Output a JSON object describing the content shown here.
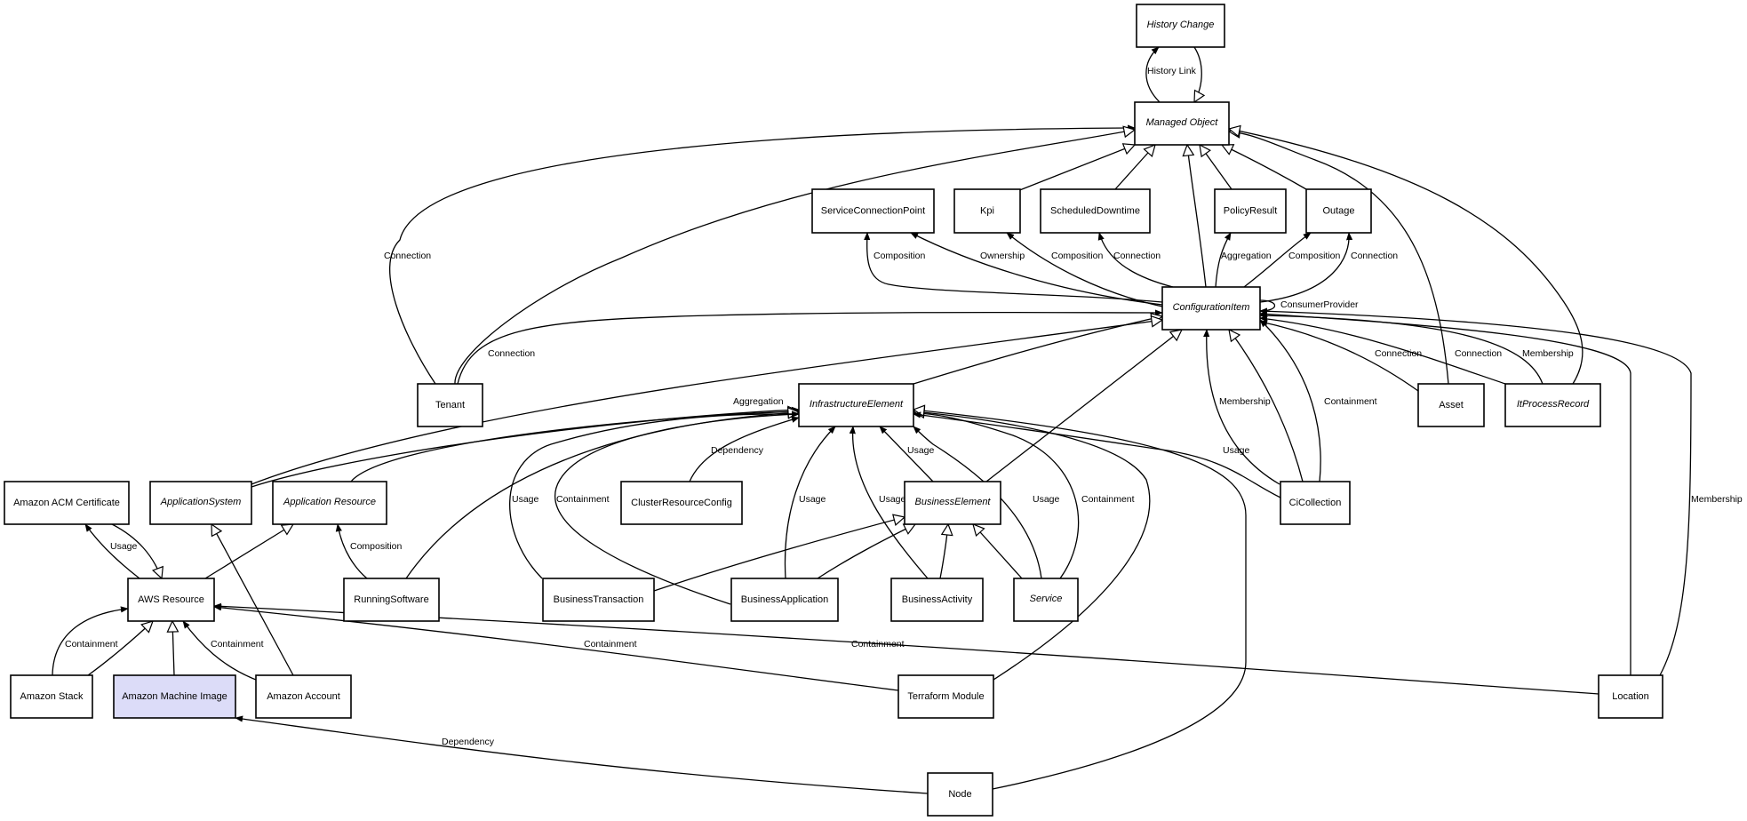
{
  "diagram": {
    "title": "CMDB Class Model",
    "highlight_color": "#dcdcf8",
    "nodes": [
      {
        "id": "history_change",
        "label": "History Change",
        "abstract": true
      },
      {
        "id": "managed_object",
        "label": "Managed Object",
        "abstract": true
      },
      {
        "id": "service_connection_point",
        "label": "ServiceConnectionPoint",
        "abstract": false
      },
      {
        "id": "kpi",
        "label": "Kpi",
        "abstract": false
      },
      {
        "id": "scheduled_downtime",
        "label": "ScheduledDowntime",
        "abstract": false
      },
      {
        "id": "policy_result",
        "label": "PolicyResult",
        "abstract": false
      },
      {
        "id": "outage",
        "label": "Outage",
        "abstract": false
      },
      {
        "id": "configuration_item",
        "label": "ConfigurationItem",
        "abstract": true
      },
      {
        "id": "tenant",
        "label": "Tenant",
        "abstract": false
      },
      {
        "id": "infrastructure_element",
        "label": "InfrastructureElement",
        "abstract": true
      },
      {
        "id": "asset",
        "label": "Asset",
        "abstract": false
      },
      {
        "id": "it_process_record",
        "label": "ItProcessRecord",
        "abstract": true
      },
      {
        "id": "amazon_acm_certificate",
        "label": "Amazon ACM Certificate",
        "abstract": false
      },
      {
        "id": "application_system",
        "label": "ApplicationSystem",
        "abstract": true
      },
      {
        "id": "application_resource",
        "label": "Application Resource",
        "abstract": true
      },
      {
        "id": "cluster_resource_config",
        "label": "ClusterResourceConfig",
        "abstract": false
      },
      {
        "id": "business_element",
        "label": "BusinessElement",
        "abstract": true
      },
      {
        "id": "ci_collection",
        "label": "CiCollection",
        "abstract": false
      },
      {
        "id": "aws_resource",
        "label": "AWS Resource",
        "abstract": false
      },
      {
        "id": "running_software",
        "label": "RunningSoftware",
        "abstract": false
      },
      {
        "id": "business_transaction",
        "label": "BusinessTransaction",
        "abstract": false
      },
      {
        "id": "business_application",
        "label": "BusinessApplication",
        "abstract": false
      },
      {
        "id": "business_activity",
        "label": "BusinessActivity",
        "abstract": false
      },
      {
        "id": "service",
        "label": "Service",
        "abstract": true
      },
      {
        "id": "amazon_stack",
        "label": "Amazon Stack",
        "abstract": false
      },
      {
        "id": "amazon_machine_image",
        "label": "Amazon Machine Image",
        "abstract": false,
        "highlighted": true
      },
      {
        "id": "amazon_account",
        "label": "Amazon Account",
        "abstract": false
      },
      {
        "id": "terraform_module",
        "label": "Terraform Module",
        "abstract": false
      },
      {
        "id": "location",
        "label": "Location",
        "abstract": false
      },
      {
        "id": "node",
        "label": "Node",
        "abstract": false
      }
    ],
    "edges": [
      {
        "id": "e1",
        "from": "managed_object",
        "to": "history_change",
        "kind": "association",
        "label": "History Link"
      },
      {
        "id": "e2",
        "from": "history_change",
        "to": "managed_object",
        "kind": "inheritance",
        "label": ""
      },
      {
        "id": "e3",
        "from": "tenant",
        "to": "managed_object",
        "kind": "association",
        "label": "Connection"
      },
      {
        "id": "e4",
        "from": "tenant",
        "to": "managed_object",
        "kind": "inheritance",
        "label": ""
      },
      {
        "id": "e5",
        "from": "kpi",
        "to": "managed_object",
        "kind": "inheritance",
        "label": ""
      },
      {
        "id": "e6",
        "from": "scheduled_downtime",
        "to": "managed_object",
        "kind": "inheritance",
        "label": ""
      },
      {
        "id": "e7",
        "from": "configuration_item",
        "to": "managed_object",
        "kind": "inheritance",
        "label": ""
      },
      {
        "id": "e8",
        "from": "policy_result",
        "to": "managed_object",
        "kind": "inheritance",
        "label": ""
      },
      {
        "id": "e9",
        "from": "outage",
        "to": "managed_object",
        "kind": "inheritance",
        "label": ""
      },
      {
        "id": "e10",
        "from": "asset",
        "to": "managed_object",
        "kind": "inheritance",
        "label": ""
      },
      {
        "id": "e11",
        "from": "it_process_record",
        "to": "managed_object",
        "kind": "inheritance",
        "label": ""
      },
      {
        "id": "e12",
        "from": "configuration_item",
        "to": "service_connection_point",
        "kind": "association",
        "label": "Composition"
      },
      {
        "id": "e13",
        "from": "configuration_item",
        "to": "service_connection_point",
        "kind": "association",
        "label": "Ownership"
      },
      {
        "id": "e14",
        "from": "configuration_item",
        "to": "kpi",
        "kind": "association",
        "label": "Composition"
      },
      {
        "id": "e15",
        "from": "configuration_item",
        "to": "scheduled_downtime",
        "kind": "association",
        "label": "Connection"
      },
      {
        "id": "e16",
        "from": "configuration_item",
        "to": "policy_result",
        "kind": "association",
        "label": "Aggregation"
      },
      {
        "id": "e17",
        "from": "configuration_item",
        "to": "outage",
        "kind": "association",
        "label": "Composition"
      },
      {
        "id": "e18",
        "from": "configuration_item",
        "to": "outage",
        "kind": "association",
        "label": "Connection"
      },
      {
        "id": "e19",
        "from": "configuration_item",
        "to": "configuration_item",
        "kind": "association",
        "label": "ConsumerProvider"
      },
      {
        "id": "e20",
        "from": "tenant",
        "to": "configuration_item",
        "kind": "association",
        "label": "Connection"
      },
      {
        "id": "e21",
        "from": "infrastructure_element",
        "to": "configuration_item",
        "kind": "inheritance",
        "label": ""
      },
      {
        "id": "e22",
        "from": "application_system",
        "to": "configuration_item",
        "kind": "inheritance",
        "label": ""
      },
      {
        "id": "e23",
        "from": "business_element",
        "to": "configuration_item",
        "kind": "inheritance",
        "label": ""
      },
      {
        "id": "e24",
        "from": "ci_collection",
        "to": "configuration_item",
        "kind": "association",
        "label": "Membership"
      },
      {
        "id": "e25",
        "from": "ci_collection",
        "to": "configuration_item",
        "kind": "inheritance",
        "label": ""
      },
      {
        "id": "e26",
        "from": "ci_collection",
        "to": "configuration_item",
        "kind": "association",
        "label": "Containment"
      },
      {
        "id": "e27",
        "from": "asset",
        "to": "configuration_item",
        "kind": "association",
        "label": "Connection"
      },
      {
        "id": "e28",
        "from": "it_process_record",
        "to": "configuration_item",
        "kind": "association",
        "label": "Connection"
      },
      {
        "id": "e29",
        "from": "it_process_record",
        "to": "configuration_item",
        "kind": "association",
        "label": "Membership"
      },
      {
        "id": "e30",
        "from": "location",
        "to": "configuration_item",
        "kind": "association",
        "label": ""
      },
      {
        "id": "e31",
        "from": "location",
        "to": "configuration_item",
        "kind": "association",
        "label": "Membership"
      },
      {
        "id": "e32",
        "from": "application_system",
        "to": "infrastructure_element",
        "kind": "association",
        "label": "Aggregation"
      },
      {
        "id": "e33",
        "from": "application_resource",
        "to": "infrastructure_element",
        "kind": "inheritance",
        "label": ""
      },
      {
        "id": "e34",
        "from": "running_software",
        "to": "infrastructure_element",
        "kind": "inheritance",
        "label": ""
      },
      {
        "id": "e35",
        "from": "business_transaction",
        "to": "infrastructure_element",
        "kind": "association",
        "label": "Usage"
      },
      {
        "id": "e36",
        "from": "business_application",
        "to": "infrastructure_element",
        "kind": "association",
        "label": "Containment"
      },
      {
        "id": "e37",
        "from": "cluster_resource_config",
        "to": "infrastructure_element",
        "kind": "association",
        "label": "Dependency"
      },
      {
        "id": "e38",
        "from": "business_application",
        "to": "infrastructure_element",
        "kind": "association",
        "label": "Usage"
      },
      {
        "id": "e39",
        "from": "business_activity",
        "to": "infrastructure_element",
        "kind": "association",
        "label": "Usage"
      },
      {
        "id": "e40",
        "from": "business_element",
        "to": "infrastructure_element",
        "kind": "association",
        "label": "Usage"
      },
      {
        "id": "e41",
        "from": "service",
        "to": "infrastructure_element",
        "kind": "association",
        "label": "Usage"
      },
      {
        "id": "e42",
        "from": "service",
        "to": "infrastructure_element",
        "kind": "association",
        "label": "Containment"
      },
      {
        "id": "e43",
        "from": "terraform_module",
        "to": "infrastructure_element",
        "kind": "inheritance",
        "label": ""
      },
      {
        "id": "e44",
        "from": "node",
        "to": "infrastructure_element",
        "kind": "inheritance",
        "label": ""
      },
      {
        "id": "e45",
        "from": "ci_collection",
        "to": "infrastructure_element",
        "kind": "association",
        "label": "Usage"
      },
      {
        "id": "e46",
        "from": "business_transaction",
        "to": "business_element",
        "kind": "inheritance",
        "label": ""
      },
      {
        "id": "e47",
        "from": "business_application",
        "to": "business_element",
        "kind": "inheritance",
        "label": ""
      },
      {
        "id": "e48",
        "from": "business_activity",
        "to": "business_element",
        "kind": "inheritance",
        "label": ""
      },
      {
        "id": "e49",
        "from": "service",
        "to": "business_element",
        "kind": "inheritance",
        "label": ""
      },
      {
        "id": "e50",
        "from": "aws_resource",
        "to": "amazon_acm_certificate",
        "kind": "association",
        "label": "Usage"
      },
      {
        "id": "e51",
        "from": "amazon_acm_certificate",
        "to": "aws_resource",
        "kind": "inheritance",
        "label": ""
      },
      {
        "id": "e52",
        "from": "amazon_account",
        "to": "application_system",
        "kind": "inheritance",
        "label": ""
      },
      {
        "id": "e53",
        "from": "aws_resource",
        "to": "application_resource",
        "kind": "inheritance",
        "label": ""
      },
      {
        "id": "e54",
        "from": "running_software",
        "to": "application_resource",
        "kind": "association",
        "label": "Composition"
      },
      {
        "id": "e55",
        "from": "amazon_stack",
        "to": "aws_resource",
        "kind": "association",
        "label": "Containment"
      },
      {
        "id": "e56",
        "from": "amazon_stack",
        "to": "aws_resource",
        "kind": "inheritance",
        "label": ""
      },
      {
        "id": "e57",
        "from": "amazon_machine_image",
        "to": "aws_resource",
        "kind": "inheritance",
        "label": ""
      },
      {
        "id": "e58",
        "from": "amazon_account",
        "to": "aws_resource",
        "kind": "association",
        "label": "Containment"
      },
      {
        "id": "e59",
        "from": "terraform_module",
        "to": "aws_resource",
        "kind": "association",
        "label": "Containment"
      },
      {
        "id": "e60",
        "from": "location",
        "to": "aws_resource",
        "kind": "association",
        "label": "Containment"
      },
      {
        "id": "e61",
        "from": "node",
        "to": "amazon_machine_image",
        "kind": "association",
        "label": "Dependency"
      }
    ]
  }
}
